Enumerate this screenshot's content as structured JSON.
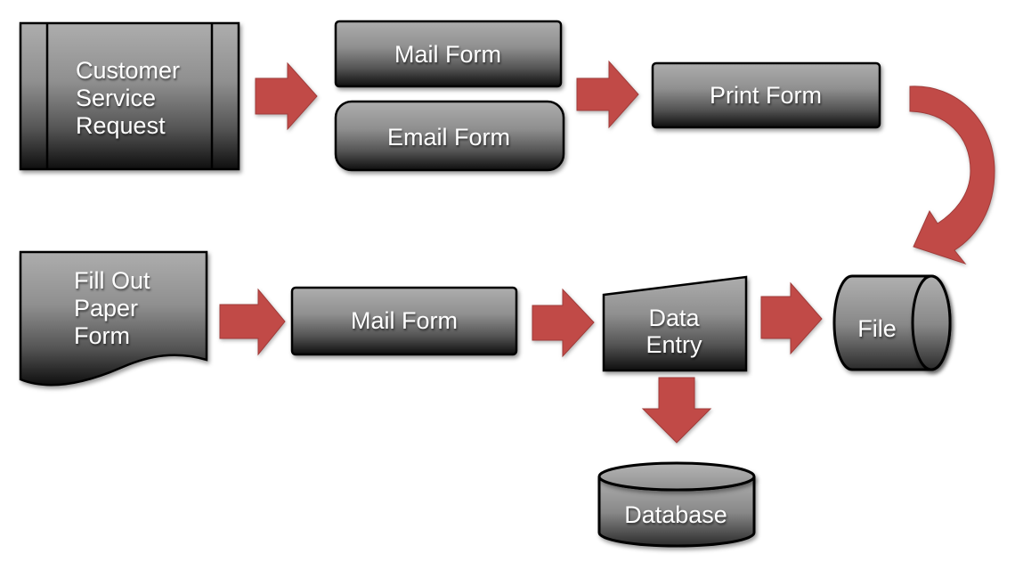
{
  "colors": {
    "background": "#FFFFFF",
    "arrow_red": "#C14A47",
    "arrow_stroke": "#A13B39",
    "shape_outline": "#000000",
    "label_text": "#FFFFFF",
    "shape_gradient_top": "#ADADAD",
    "shape_gradient_bottom": "#0E0E0E",
    "cylinder_gradient_bottom": "#2B2B2B"
  },
  "nodes": {
    "customer_service_request": {
      "shape": "predefined-process",
      "lines": [
        "Customer",
        "Service",
        "Request"
      ]
    },
    "mail_form_top": {
      "shape": "rectangle",
      "label": "Mail Form"
    },
    "email_form": {
      "shape": "rounded-rectangle",
      "label": "Email Form"
    },
    "print_form": {
      "shape": "rectangle",
      "label": "Print Form"
    },
    "fill_out_paper_form": {
      "shape": "document",
      "lines": [
        "Fill Out",
        "Paper",
        "Form"
      ]
    },
    "mail_form_bottom": {
      "shape": "rectangle",
      "label": "Mail Form"
    },
    "data_entry": {
      "shape": "manual-input",
      "lines": [
        "Data",
        "Entry"
      ]
    },
    "file": {
      "shape": "horizontal-cylinder",
      "label": "File"
    },
    "database": {
      "shape": "cylinder",
      "label": "Database"
    }
  },
  "arrows": [
    {
      "from": "customer_service_request",
      "to": "mail_form_top / email_form",
      "direction": "right"
    },
    {
      "from": "mail_form_top / email_form",
      "to": "print_form",
      "direction": "right"
    },
    {
      "from": "print_form",
      "to": "file",
      "direction": "curved-down"
    },
    {
      "from": "fill_out_paper_form",
      "to": "mail_form_bottom",
      "direction": "right"
    },
    {
      "from": "mail_form_bottom",
      "to": "data_entry",
      "direction": "right"
    },
    {
      "from": "data_entry",
      "to": "file",
      "direction": "right"
    },
    {
      "from": "data_entry",
      "to": "database",
      "direction": "down"
    }
  ]
}
